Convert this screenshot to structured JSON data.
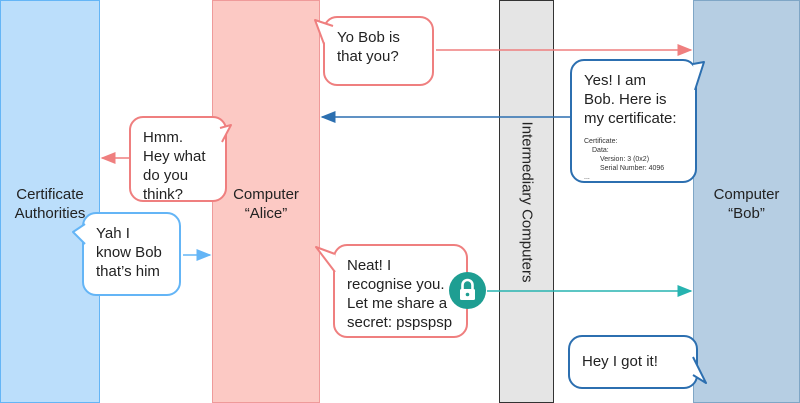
{
  "columns": {
    "ca": "Certificate Authorities",
    "alice_line1": "Computer",
    "alice_line2": "“Alice”",
    "intermediary": "Intermediary Computers",
    "bob_line1": "Computer",
    "bob_line2": "“Bob”"
  },
  "bubbles": {
    "alice_to_bob": [
      "Yo Bob is",
      "that you?"
    ],
    "alice_to_ca": [
      "Hmm.",
      "Hey what",
      "do you",
      "think?"
    ],
    "ca_reply": [
      "Yah I",
      "know Bob",
      "that’s him"
    ],
    "bob_reply": [
      "Yes! I am",
      "Bob. Here is",
      "my certificate:"
    ],
    "alice_secret": [
      "Neat! I",
      "recognise you.",
      "Let me share a",
      "secret: pspspsp"
    ],
    "bob_ack": [
      "Hey I got it!"
    ]
  },
  "certificate": {
    "line1": "Certificate:",
    "line2": "Data:",
    "line3": "Version: 3 (0x2)",
    "line4": "Serial Number: 4096",
    "line5": "..."
  },
  "colors": {
    "red": "#ef7f7f",
    "blue": "#64b5f6",
    "navy": "#2c6fb0",
    "teal": "#26b3b0",
    "lock": "#1e9e92"
  }
}
